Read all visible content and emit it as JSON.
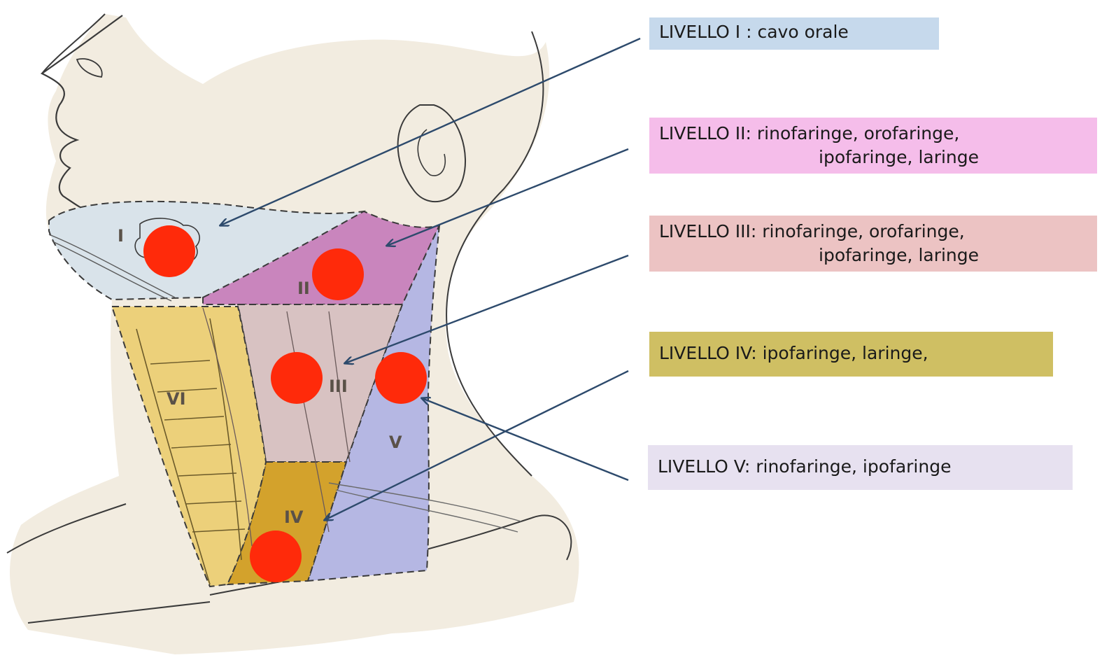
{
  "diagram": {
    "region_labels": [
      "I",
      "II",
      "III",
      "IV",
      "V",
      "VI"
    ],
    "levels": [
      {
        "line1": "LIVELLO I : cavo orale",
        "line2": "",
        "color": "#c6d9ec"
      },
      {
        "line1": "LIVELLO II: rinofaringe, orofaringe,",
        "line2": "ipofaringe, laringe",
        "color": "#f5bdea"
      },
      {
        "line1": "LIVELLO III: rinofaringe, orofaringe,",
        "line2": "ipofaringe, laringe",
        "color": "#ecc3c3"
      },
      {
        "line1": "LIVELLO IV: ipofaringe, laringe,",
        "line2": "",
        "color": "#cfbf63"
      },
      {
        "line1": "LIVELLO V: rinofaringe, ipofaringe",
        "line2": "",
        "color": "#e7e1f0"
      }
    ],
    "colors": {
      "skin": "#f2ece0",
      "region_I": "#d9e3ea",
      "region_II": "#c985bd",
      "region_III": "#d8c2c2",
      "region_IV": "#d3a22c",
      "region_V": "#b5b7e3",
      "region_VI": "#ecd07a",
      "marker": "#ff2a0a",
      "arrow": "#2d4a6c",
      "outline": "#3a3a3a"
    }
  }
}
